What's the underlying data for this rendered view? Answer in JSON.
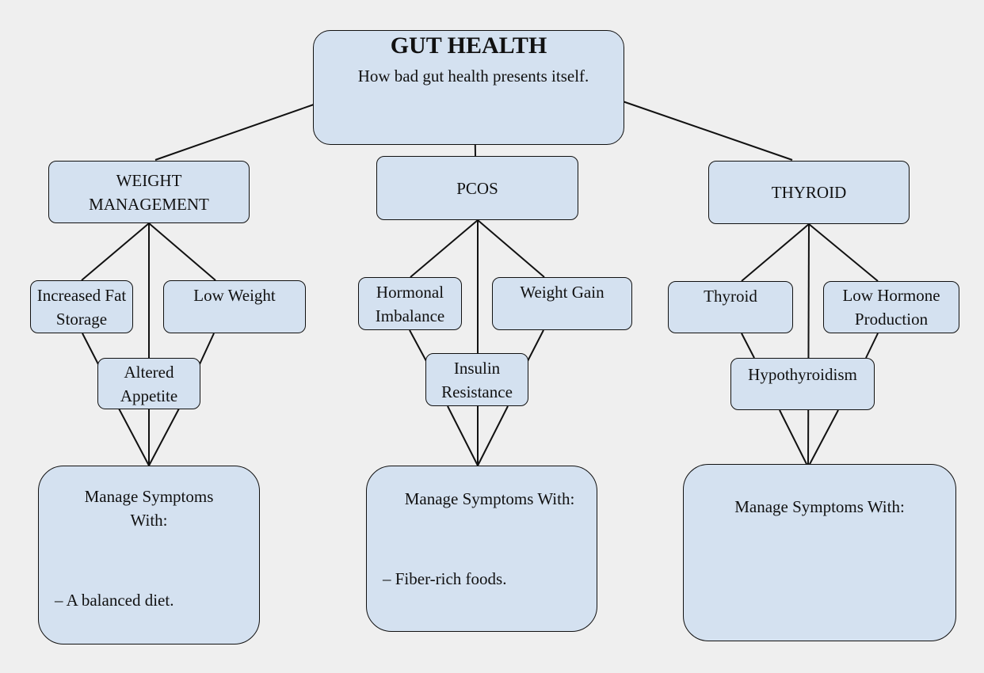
{
  "root": {
    "title": "GUT HEALTH",
    "subtitle": "How bad gut health presents itself."
  },
  "branches": [
    {
      "heading": "WEIGHT MANAGEMENT",
      "symptoms": [
        "Increased Fat Storage",
        "Low Weight",
        "Altered Appetite"
      ],
      "manage_heading": "Manage Symptoms With:",
      "manage_items": [
        "– A balanced diet."
      ]
    },
    {
      "heading": "PCOS",
      "symptoms": [
        "Hormonal Imbalance",
        "Weight Gain",
        "Insulin Resistance"
      ],
      "manage_heading": "Manage Symptoms  With:",
      "manage_items": [
        "– Fiber-rich foods."
      ]
    },
    {
      "heading": "THYROID",
      "symptoms": [
        "Thyroid",
        "Low Hormone Production",
        "Hypothyroidism"
      ],
      "manage_heading": "Manage Symptoms  With:",
      "manage_items": []
    }
  ],
  "colors": {
    "node_fill": "#d4e1f0",
    "line": "#111111",
    "background": "#efefef"
  }
}
